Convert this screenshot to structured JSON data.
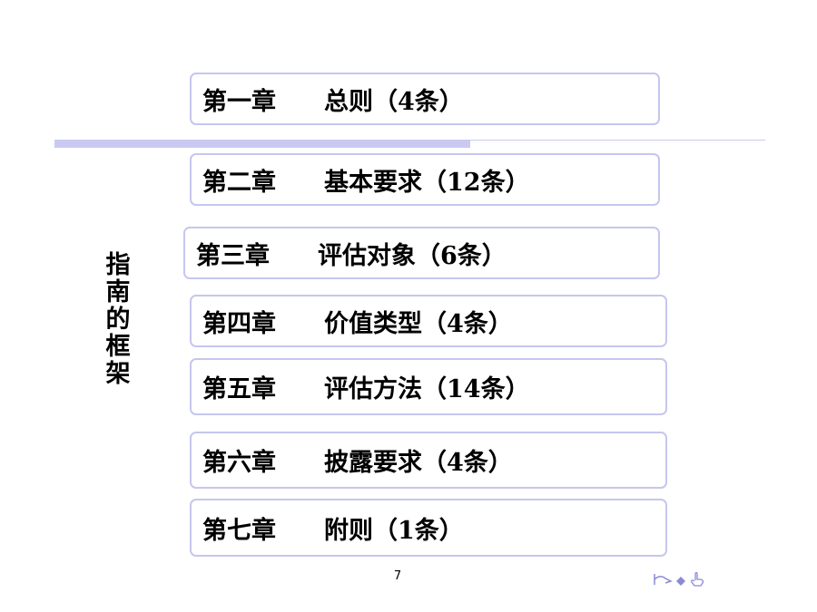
{
  "slide": {
    "vertical_title": "指南的框架",
    "page_number": "7"
  },
  "chapters": [
    {
      "number": "第一章",
      "title": "总则（4条）"
    },
    {
      "number": "第二章",
      "title": "基本要求（12条）"
    },
    {
      "number": "第三章",
      "title": "评估对象（6条）"
    },
    {
      "number": "第四章",
      "title": "价值类型（4条）"
    },
    {
      "number": "第五章",
      "title": "评估方法（14条）"
    },
    {
      "number": "第六章",
      "title": "披露要求（4条）"
    },
    {
      "number": "第七章",
      "title": "附则（1条）"
    }
  ],
  "nav": {
    "icons": [
      "back-arrow-icon",
      "diamond-icon",
      "hand-pointer-icon"
    ],
    "color": "#8a8ad6"
  },
  "colors": {
    "box_border": "#c6c6ef",
    "rule": "#c9c9f2"
  }
}
